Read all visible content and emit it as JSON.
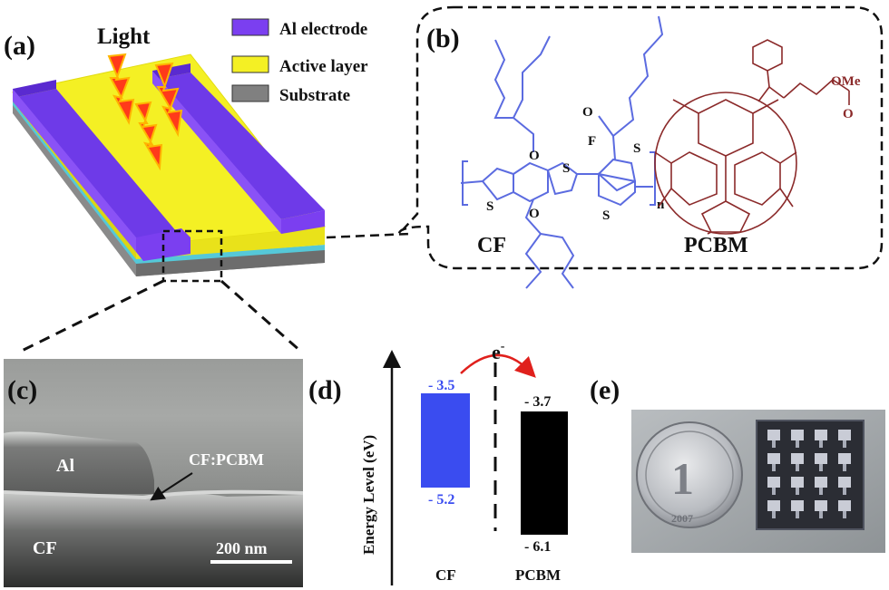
{
  "panels": {
    "a": "(a)",
    "b": "(b)",
    "c": "(c)",
    "d": "(d)",
    "e": "(e)"
  },
  "device": {
    "light": "Light",
    "legend": [
      {
        "label": "Al electrode",
        "color": "#7b3ff0"
      },
      {
        "label": "Active layer",
        "color": "#f4f024"
      },
      {
        "label": "Substrate",
        "color": "#808080"
      }
    ]
  },
  "molecules": {
    "cf_name": "CF",
    "pcbm_name": "PCBM",
    "cf_atoms": {
      "o_top": "O",
      "o_bottom": "O",
      "s1": "S",
      "s2": "S",
      "s3": "S",
      "s4": "S",
      "f": "F",
      "o_ketone": "O",
      "n": "n"
    },
    "pcbm_atoms": {
      "ome": "OMe",
      "o": "O"
    },
    "cf_color": "#5b6be0",
    "pcbm_color": "#8b2a2a"
  },
  "sem": {
    "al": "Al",
    "interface": "CF:PCBM",
    "cf": "CF",
    "scale": "200 nm"
  },
  "energy": {
    "axis_label": "Energy Level (eV)",
    "electron": "e",
    "electron_sup": "-",
    "levels": [
      {
        "name": "CF",
        "lumo": "- 3.5",
        "homo": "- 5.2",
        "color": "#3a4cf0",
        "text_color": "#3a4cf0"
      },
      {
        "name": "PCBM",
        "lumo": "- 3.7",
        "homo": "- 6.1",
        "color": "#000000",
        "text_color": "#111111"
      }
    ]
  },
  "photo": {
    "coin_number": "1",
    "coin_year": "2007"
  }
}
